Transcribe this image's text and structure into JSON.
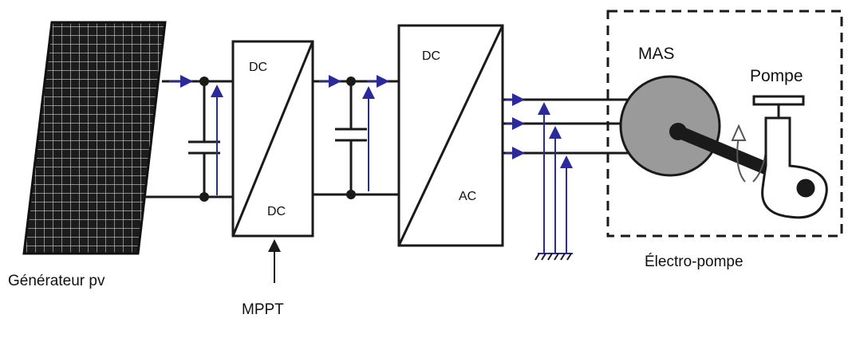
{
  "labels": {
    "pv_generator": "Générateur pv",
    "mppt": "MPPT",
    "dcdc_top": "DC",
    "dcdc_bottom": "DC",
    "inverter_top": "DC",
    "inverter_bottom": "AC",
    "motor": "MAS",
    "pump": "Pompe",
    "electro_pump": "Électro-pompe"
  },
  "colors": {
    "wire": "#1a1a1a",
    "signal": "#2a2a9a",
    "motor_fill": "#9a9a9a",
    "panel": "#1c1c1c"
  }
}
